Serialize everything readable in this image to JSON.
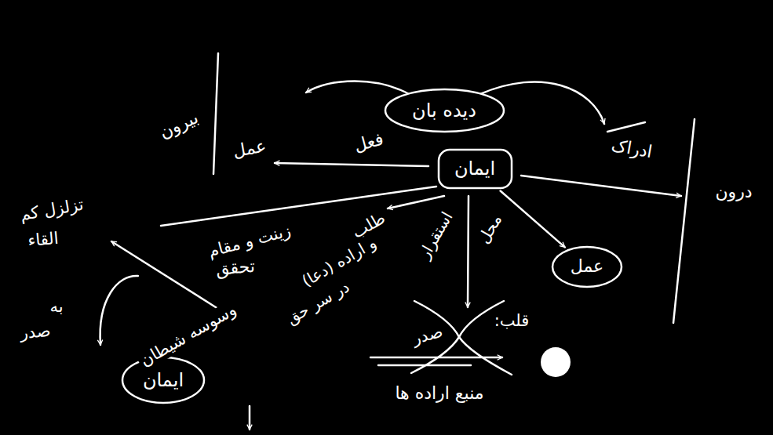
{
  "diagram": {
    "nodes": [
      {
        "text": [
          "دیده بان"
        ]
      },
      {
        "text": [
          "ایمان"
        ]
      },
      {
        "text": [
          "عمل"
        ]
      },
      {
        "text": [
          "ایمان"
        ]
      }
    ],
    "edges": [
      {
        "from": 1,
        "to": 2,
        "arrow": "to"
      }
    ],
    "labels": [
      "بیرون",
      "درون",
      "ادراک",
      "فعل",
      "عمل",
      "زینت و مقام",
      "تحقق",
      "تزلزل کم",
      "القاء",
      "طلب",
      "و اراده (دعا)",
      "استقرار",
      "محل",
      "در سر حق",
      "وسوسه شیطان",
      "به",
      "صدر",
      "قلب:",
      "صدر",
      "منبع اراده ها"
    ]
  }
}
